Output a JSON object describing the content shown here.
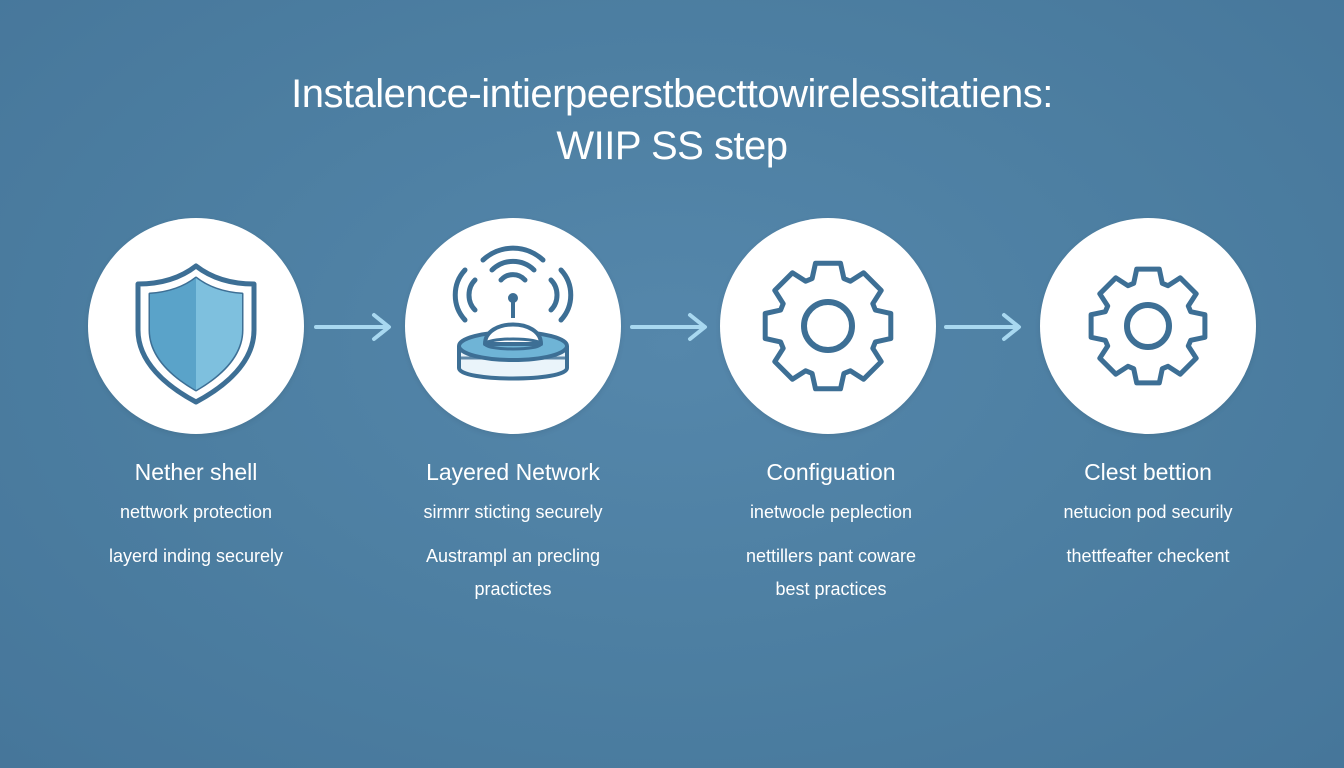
{
  "title": {
    "line1": "Instalence-intierpeerstbecttowirelessitatiens:",
    "line2": "WIIP SS step"
  },
  "steps": [
    {
      "icon": "shield-icon",
      "heading": "Nether shell",
      "lines": [
        "nettwork protection",
        "layerd inding securely"
      ]
    },
    {
      "icon": "wireless-router-icon",
      "heading": "Layered Network",
      "lines": [
        "sirmrr sticting securely",
        "Austrampl an precling",
        "practictes"
      ]
    },
    {
      "icon": "gear-icon",
      "heading": "Configuation",
      "lines": [
        "inetwocle peplection",
        "nettillers pant coware",
        "best practices"
      ]
    },
    {
      "icon": "gear-icon",
      "heading": "Clest bettion",
      "lines": [
        "netucion pod securily",
        "thettfeafter checkent"
      ]
    }
  ],
  "colors": {
    "background": "#4e7fa2",
    "circle": "#ffffff",
    "icon_stroke": "#3d6f95",
    "icon_fill": "#6fb4d6",
    "arrow": "#a8d8f0",
    "text": "#ffffff"
  }
}
